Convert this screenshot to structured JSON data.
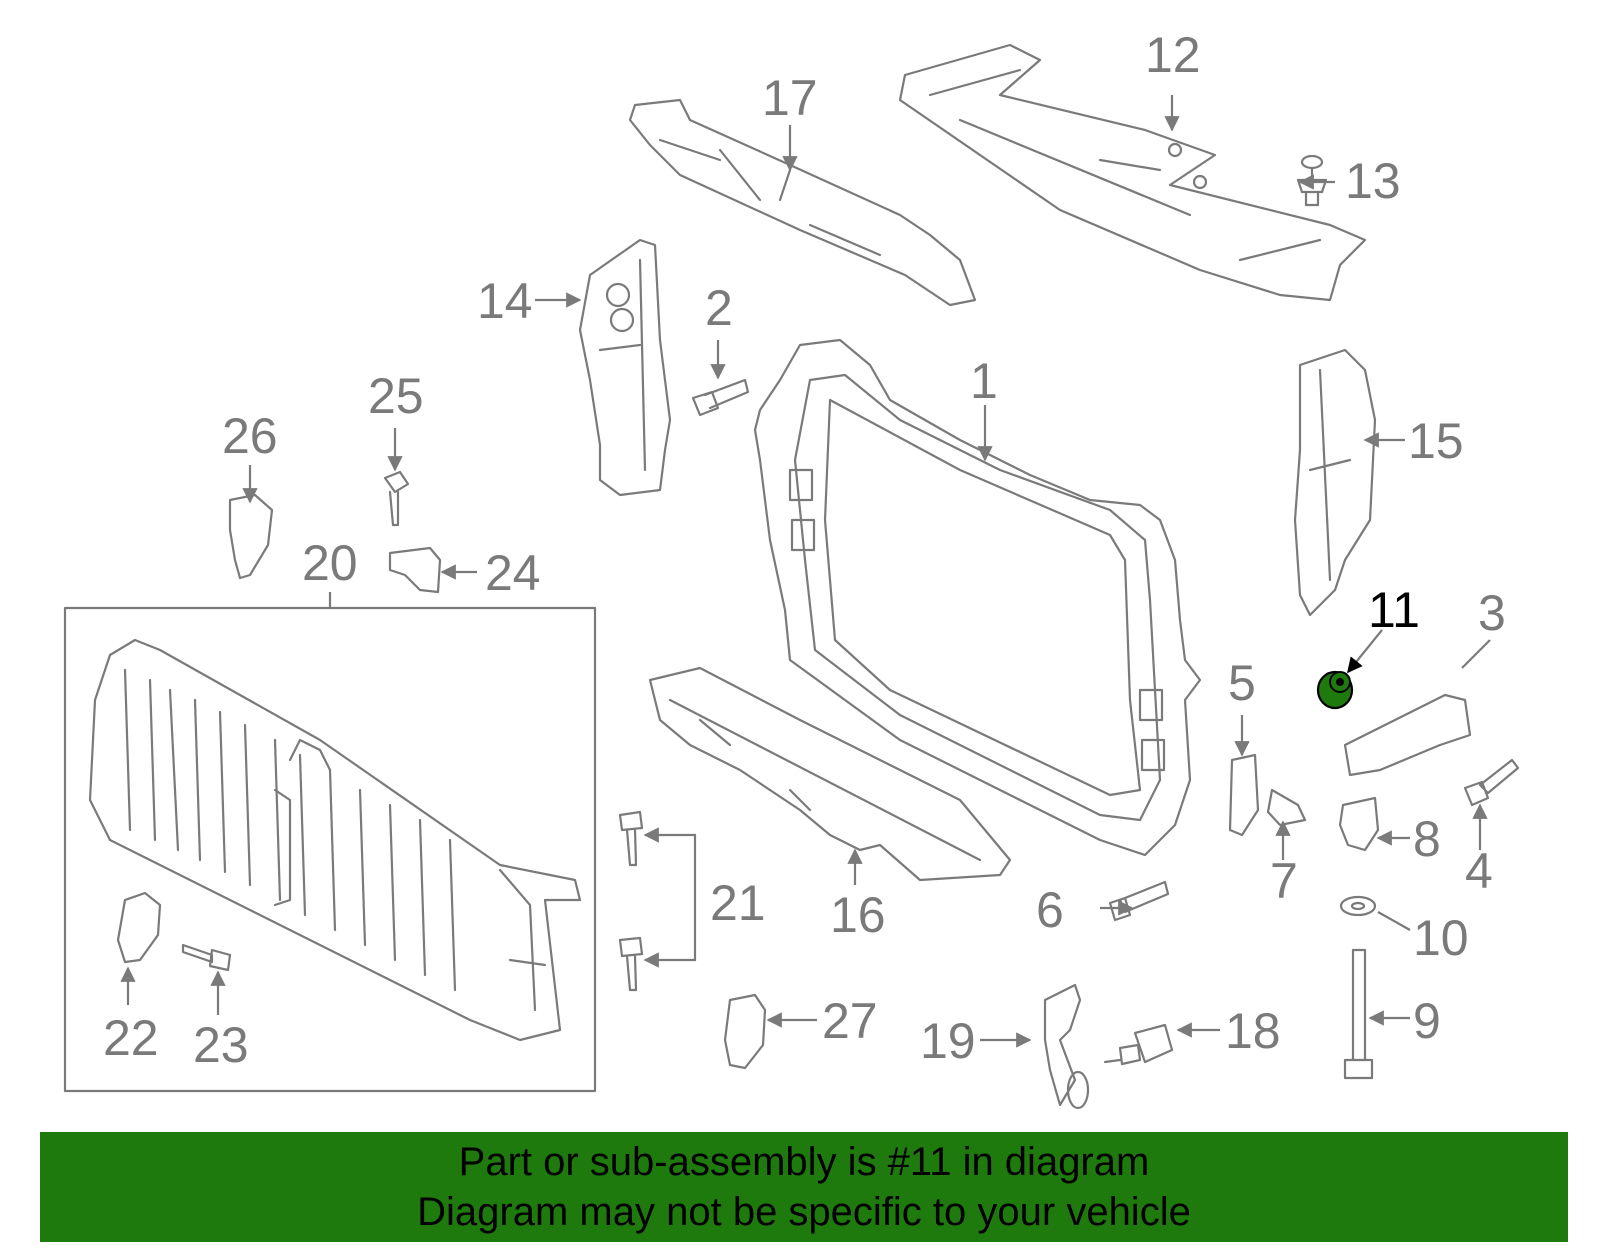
{
  "diagram": {
    "highlight_part": "11",
    "colors": {
      "part_stroke": "#7a7a7a",
      "highlight_fill": "#1f7a0e",
      "banner_bg": "#1f7a0e"
    },
    "labels": {
      "p1": "1",
      "p2": "2",
      "p3": "3",
      "p4": "4",
      "p5": "5",
      "p6": "6",
      "p7": "7",
      "p8": "8",
      "p9": "9",
      "p10": "10",
      "p11": "11",
      "p12": "12",
      "p13": "13",
      "p14": "14",
      "p15": "15",
      "p16": "16",
      "p17": "17",
      "p18": "18",
      "p19": "19",
      "p20": "20",
      "p21": "21",
      "p22": "22",
      "p23": "23",
      "p24": "24",
      "p25": "25",
      "p26": "26",
      "p27": "27"
    }
  },
  "banner": {
    "line1": "Part or sub-assembly is #11 in diagram",
    "line2": "Diagram may not be specific to your vehicle"
  }
}
